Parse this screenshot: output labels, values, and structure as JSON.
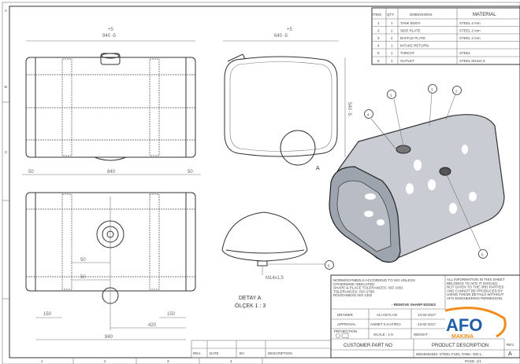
{
  "bom": {
    "headers": [
      "ITEM",
      "QTY",
      "DIMENSIONS",
      "MATERIAL"
    ],
    "rows": [
      [
        "1",
        "1",
        "TANK BODY",
        "STEEL 2 mm"
      ],
      [
        "2",
        "2",
        "SIDE PLATE",
        "STEEL 2 mm"
      ],
      [
        "3",
        "2",
        "BAFFLE PLATE",
        "STEEL 2 mm"
      ],
      [
        "4",
        "1",
        "INTAKE RETURN",
        ""
      ],
      [
        "5",
        "1",
        "THROAT",
        "STEEL"
      ],
      [
        "6",
        "1",
        "OUTLET",
        "STEEL M14x1,5"
      ]
    ]
  },
  "dims": {
    "tol_plus": "+5",
    "length_total": "940 -5",
    "width_total": "640 -5",
    "height_total": "540 -5",
    "front_left": "50",
    "front_mid": "840",
    "front_right": "50",
    "bottom_left": "150",
    "bottom_right": "150",
    "bottom_half": "420",
    "bottom_total": "840",
    "bottom_inner_1": "50",
    "bottom_inner_2": "50",
    "outlet_thread": "M14x1,5"
  },
  "detail": {
    "marker": "A",
    "title": "DETAY A",
    "scale": "ÖLÇEK 1 : 3"
  },
  "balloons": [
    "1",
    "2",
    "3",
    "4",
    "5",
    "6"
  ],
  "title_block": {
    "notes": [
      "NORMS/SYMBOLS ACCORDING TO ISO UNLESS",
      "OTHERWISE INDICATED",
      "SHAPE & PLACE TOLERANCES: ISO 1001",
      "TOLERANCES: ISO 2768",
      "ROUGHNESS ISO 1302"
    ],
    "remove_edges": "- REMOVE SHARP EDGES",
    "confidential": [
      "ALL INFORMATION IN THIS SHEET",
      "BELONGS TO AFO IT SHOULD",
      "NOT GIVEN TO THE 3RD PARTIES",
      "AND CANNOT BE PRODUCED BY",
      "USING THESE DETAILS WITHOUT",
      "AFO ENGINEERING PERMISSON."
    ],
    "drawer_label": "DRAWER",
    "drawer": "ALİ CEYLAN",
    "drawer_date": "13-02-2017",
    "approval_label": "APPROVAL",
    "approver": "AHMET K.KATIRCI",
    "approval_date": "13-02-2017",
    "projection_label": "PROJECTION",
    "scale": "SCALE : 1:9",
    "weight": "WEIGHT :",
    "customer_part_label": "CUSTOMER PART NO",
    "product_desc_label": "PRODUCT DESCRIPTION",
    "product_desc": "560x640x940- STEEL FUEL TANK- 400 L.",
    "rev_label": "REV.",
    "rev": "A",
    "page": "PAGE: 1/1",
    "logo_main": "AFO",
    "logo_sub": "MAKINA",
    "brand_blue": "#1f5ea8",
    "brand_orange": "#f28c1e"
  },
  "revision_table": {
    "headers": [
      "REV.",
      "DATE",
      "BY",
      "DESCRIPTION"
    ]
  },
  "zones": {
    "cols": [
      "1",
      "2",
      "3",
      "4"
    ],
    "rows": [
      "A",
      "B",
      "C"
    ]
  }
}
